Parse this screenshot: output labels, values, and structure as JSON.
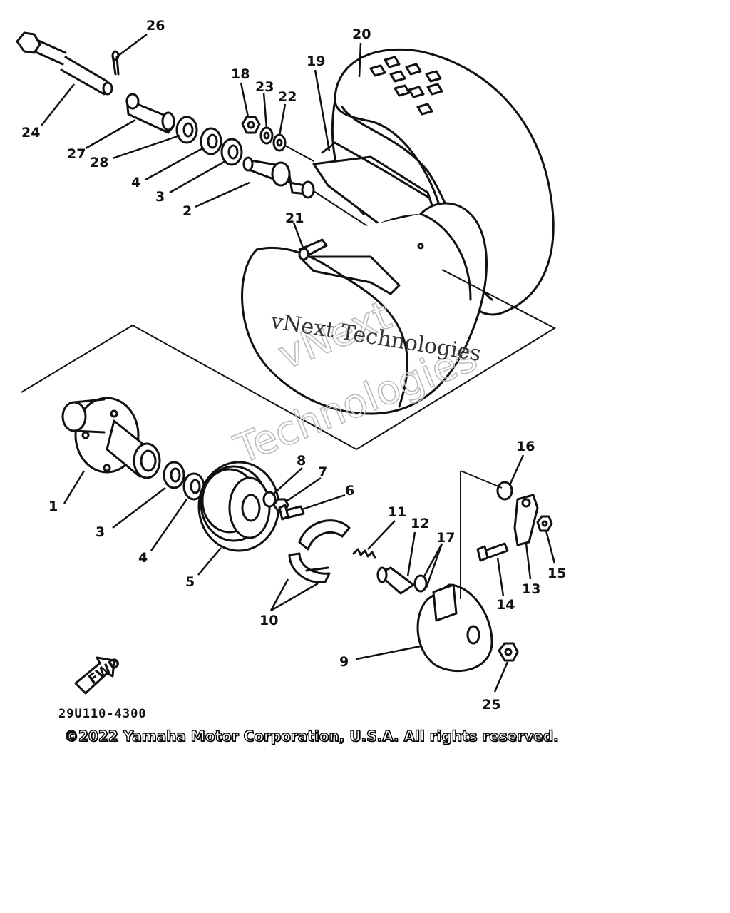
{
  "callouts": {
    "c26": "26",
    "c20": "20",
    "c19": "19",
    "c18": "18",
    "c23": "23",
    "c22": "22",
    "c24": "24",
    "c27": "27",
    "c28": "28",
    "c4a": "4",
    "c3a": "3",
    "c2": "2",
    "c21": "21",
    "c16": "16",
    "c8": "8",
    "c7": "7",
    "c6": "6",
    "c1": "1",
    "c3b": "3",
    "c4b": "4",
    "c5": "5",
    "c11": "11",
    "c12": "12",
    "c17": "17",
    "c15": "15",
    "c13": "13",
    "c14": "14",
    "c10": "10",
    "c9": "9",
    "c25": "25"
  },
  "fwd_label": "FWD",
  "plate_number": "29U110-4300",
  "watermark": {
    "line1": "vNext Technologies",
    "line2a": "vNext",
    "line2b": "Technologies"
  },
  "copyright": "©2022 Yamaha Motor Corporation, U.S.A. All rights reserved."
}
